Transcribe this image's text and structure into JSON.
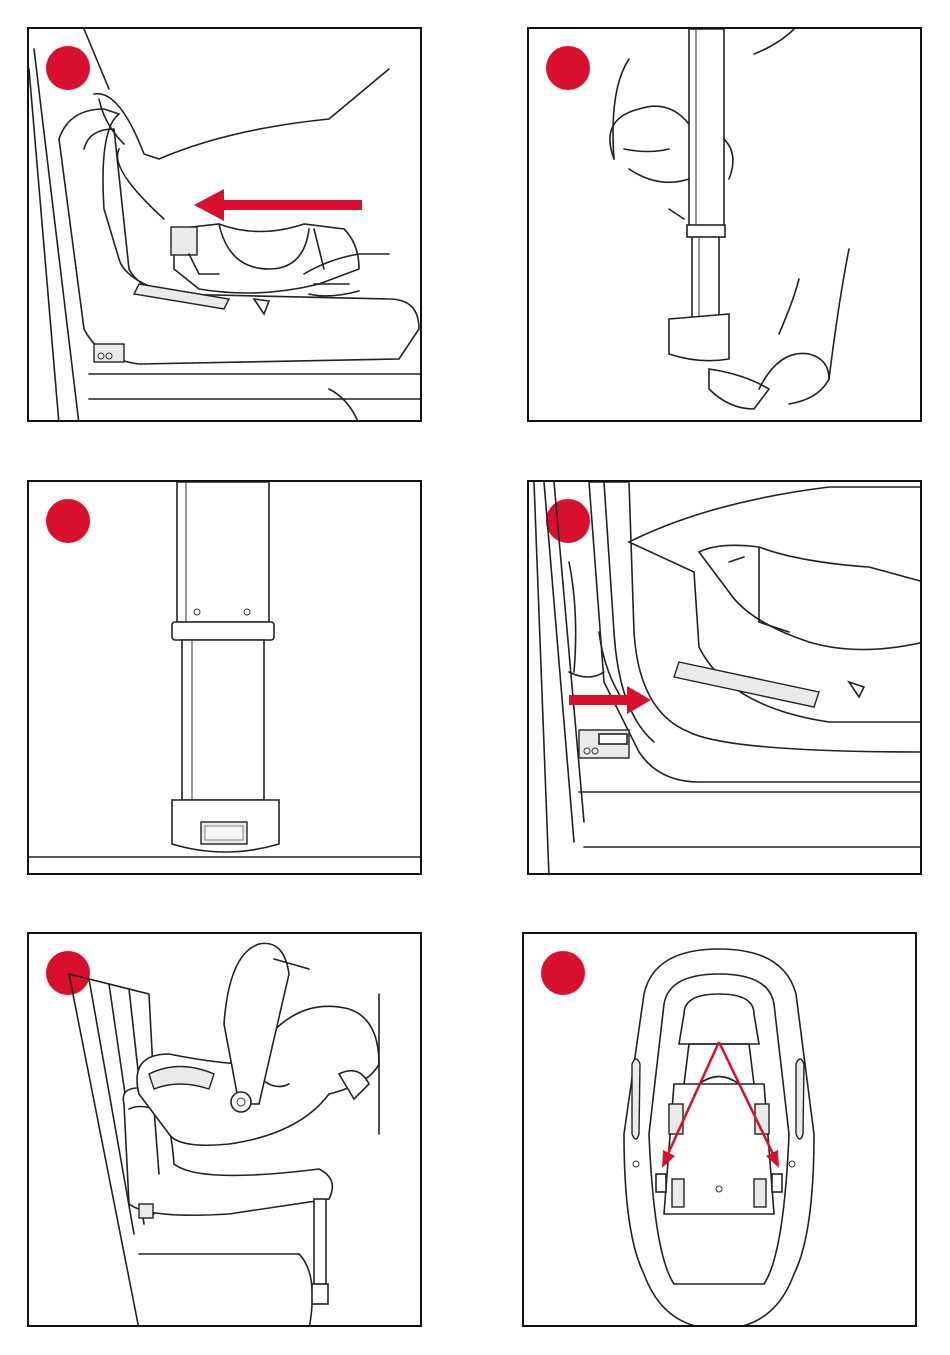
{
  "colors": {
    "accent": "#d90f2e",
    "ink": "#222222",
    "paper": "#ffffff"
  },
  "panels": [
    {
      "icon": "hand-slide-base-arrow-left-illustration"
    },
    {
      "icon": "support-leg-extend-illustration"
    },
    {
      "icon": "support-leg-indicator-illustration"
    },
    {
      "icon": "isofix-connector-arrow-right-illustration"
    },
    {
      "icon": "infant-carrier-on-base-illustration"
    },
    {
      "icon": "base-top-view-isofix-points-illustration"
    }
  ]
}
